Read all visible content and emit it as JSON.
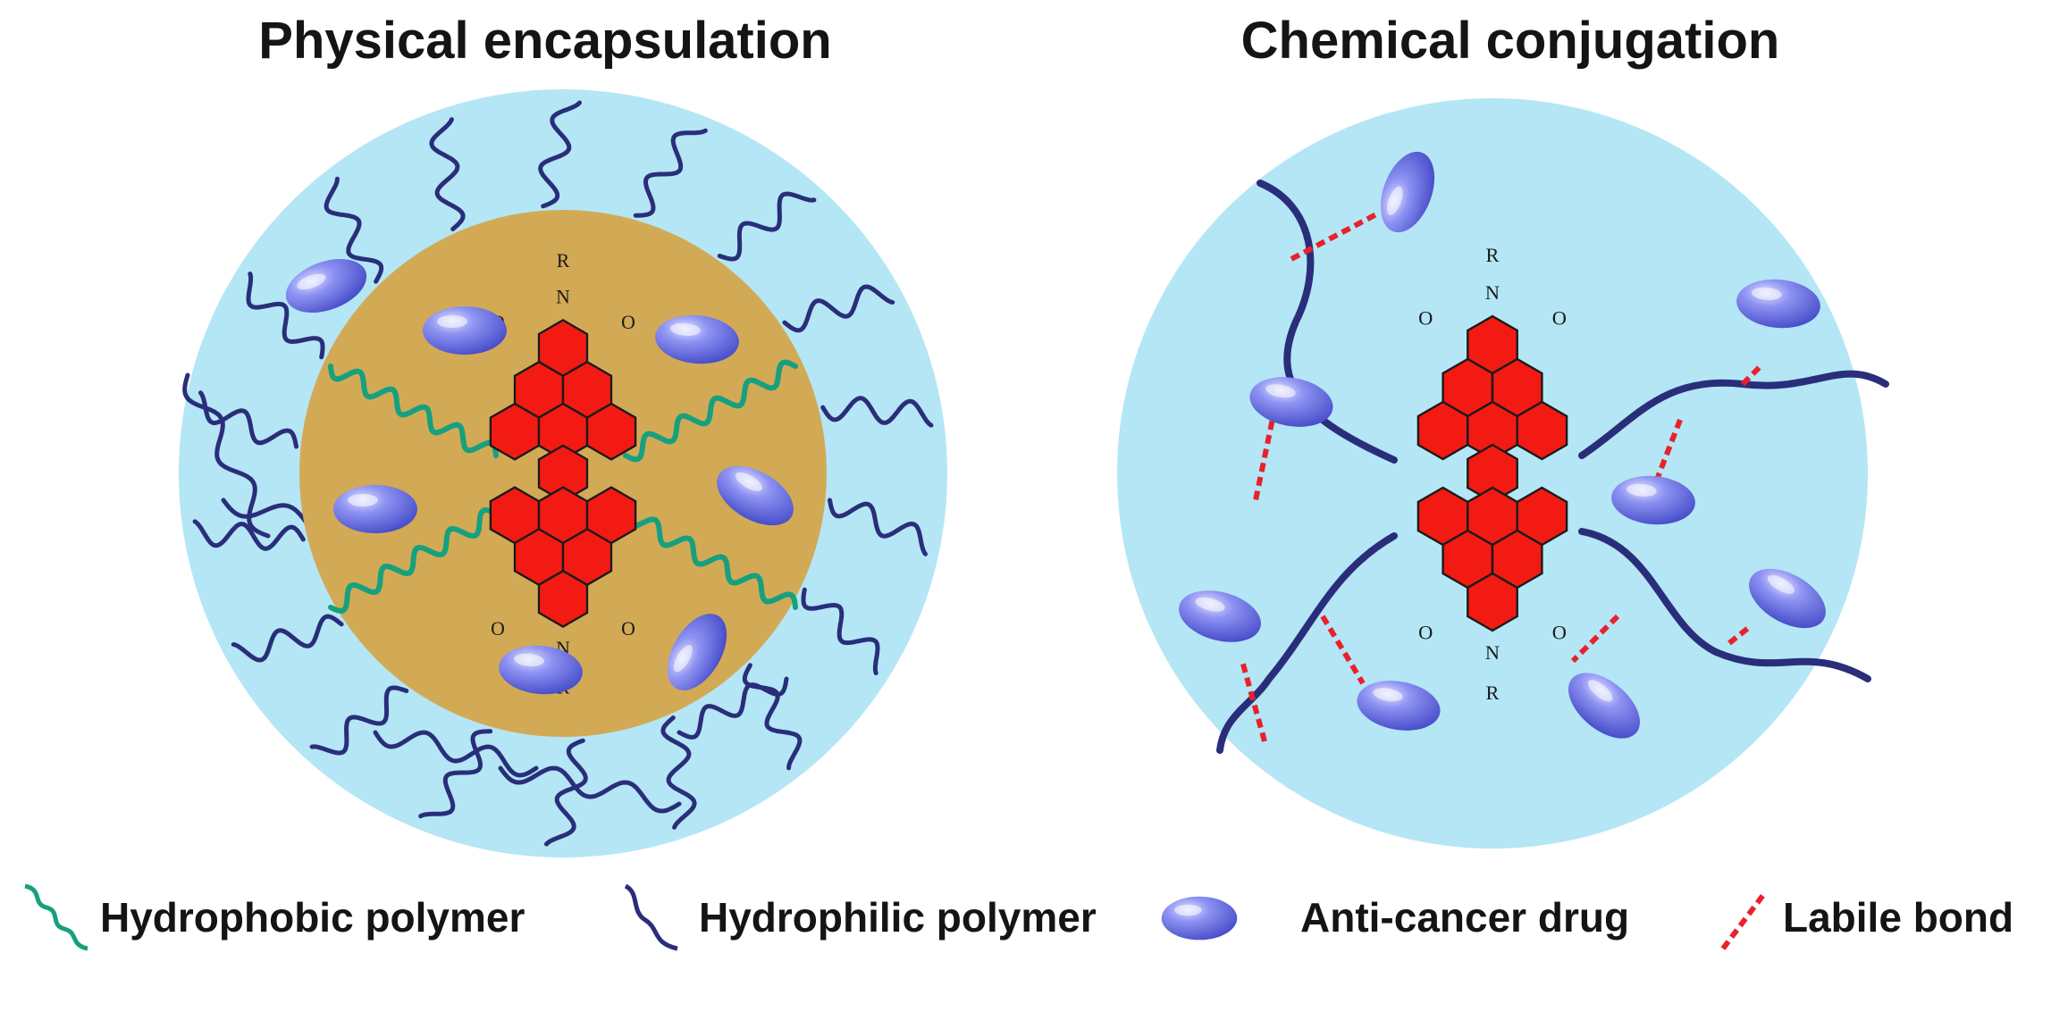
{
  "panels": {
    "left": {
      "title": "Physical encapsulation"
    },
    "right": {
      "title": "Chemical conjugation"
    }
  },
  "molecule": {
    "r_label": "R",
    "n_label": "N",
    "o_label": "O"
  },
  "legend": {
    "hydrophobic": "Hydrophobic polymer",
    "hydrophilic": "Hydrophilic polymer",
    "drug": "Anti-cancer drug",
    "bond": "Labile bond"
  },
  "colors": {
    "shell": "#b4e6f6",
    "core": "#d2aa55",
    "hydrophilic": "#2a2e7a",
    "hydrophobic": "#16a07f",
    "molecule": "#f21a12",
    "drug": "#6e74e8",
    "bond": "#e8222a"
  }
}
